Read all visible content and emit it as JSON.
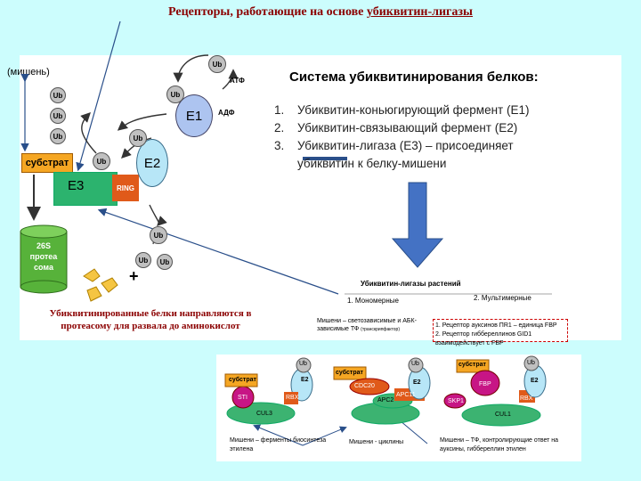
{
  "title": {
    "before": "Рецепторы, работающие на основе ",
    "link": "убиквитин-лигазы"
  },
  "target_label": "(мишень)",
  "diagram": {
    "ub": "Ub",
    "e1": "E1",
    "e2": "E2",
    "e3": "E3",
    "ring": "RING",
    "substrate": "субстрат",
    "atf": "АТФ",
    "adf": "АДФ",
    "proteasome_line1": "26S",
    "proteasome_line2": "протеа",
    "proteasome_line3": "сома",
    "plus": "+"
  },
  "system": {
    "heading": "Система убиквитинирования белков:",
    "items": [
      {
        "num": "1.",
        "text": "Убиквитин-коньюгирующий фермент (E1)"
      },
      {
        "num": "2.",
        "text": "Убиквитин-связывающий фермент (E2)"
      },
      {
        "num": "3.",
        "text": "Убиквитин-лигаза (E3) – присоединяет",
        "cont": "убиквитин к белку-мишени"
      }
    ]
  },
  "caption": "Убиквитинированные белки направляются в протеасому для развала до аминокислот",
  "plant": {
    "heading": "Убиквитин-лигазы растений",
    "mono": "1.   Мономерные",
    "multi": "2. Мультимерные",
    "mono_targets": "Мишени – светозависимые и АБК-зависимые ТФ",
    "mono_targets_note": "(транскрипфактор)",
    "receptor1": "1. Рецептор ауксинов ПR1 – единица FBP",
    "receptor2": "2. Рецептор гиббереллинов GID1 взаимодействует с FBP",
    "e2": "E2",
    "ub": "Ub",
    "substrate": "субстрат",
    "a1_sti": "STI",
    "a1_rbx": "RBX",
    "a1_cul": "CUL3",
    "a2_cdc": "CDC20",
    "a2_apc2": "APC2",
    "a2_apc11": "APC11",
    "a3_fbp": "FBP",
    "a3_skp": "SKP1",
    "a3_rbx": "RBX",
    "a3_cul": "CUL1",
    "cap1": "Мишени – ферменты биосинтеза этилена",
    "cap2": "Мишени - циклины",
    "cap3": "Мишени – ТФ, контролирующие ответ на ауксины, гиббереллин этилен"
  }
}
